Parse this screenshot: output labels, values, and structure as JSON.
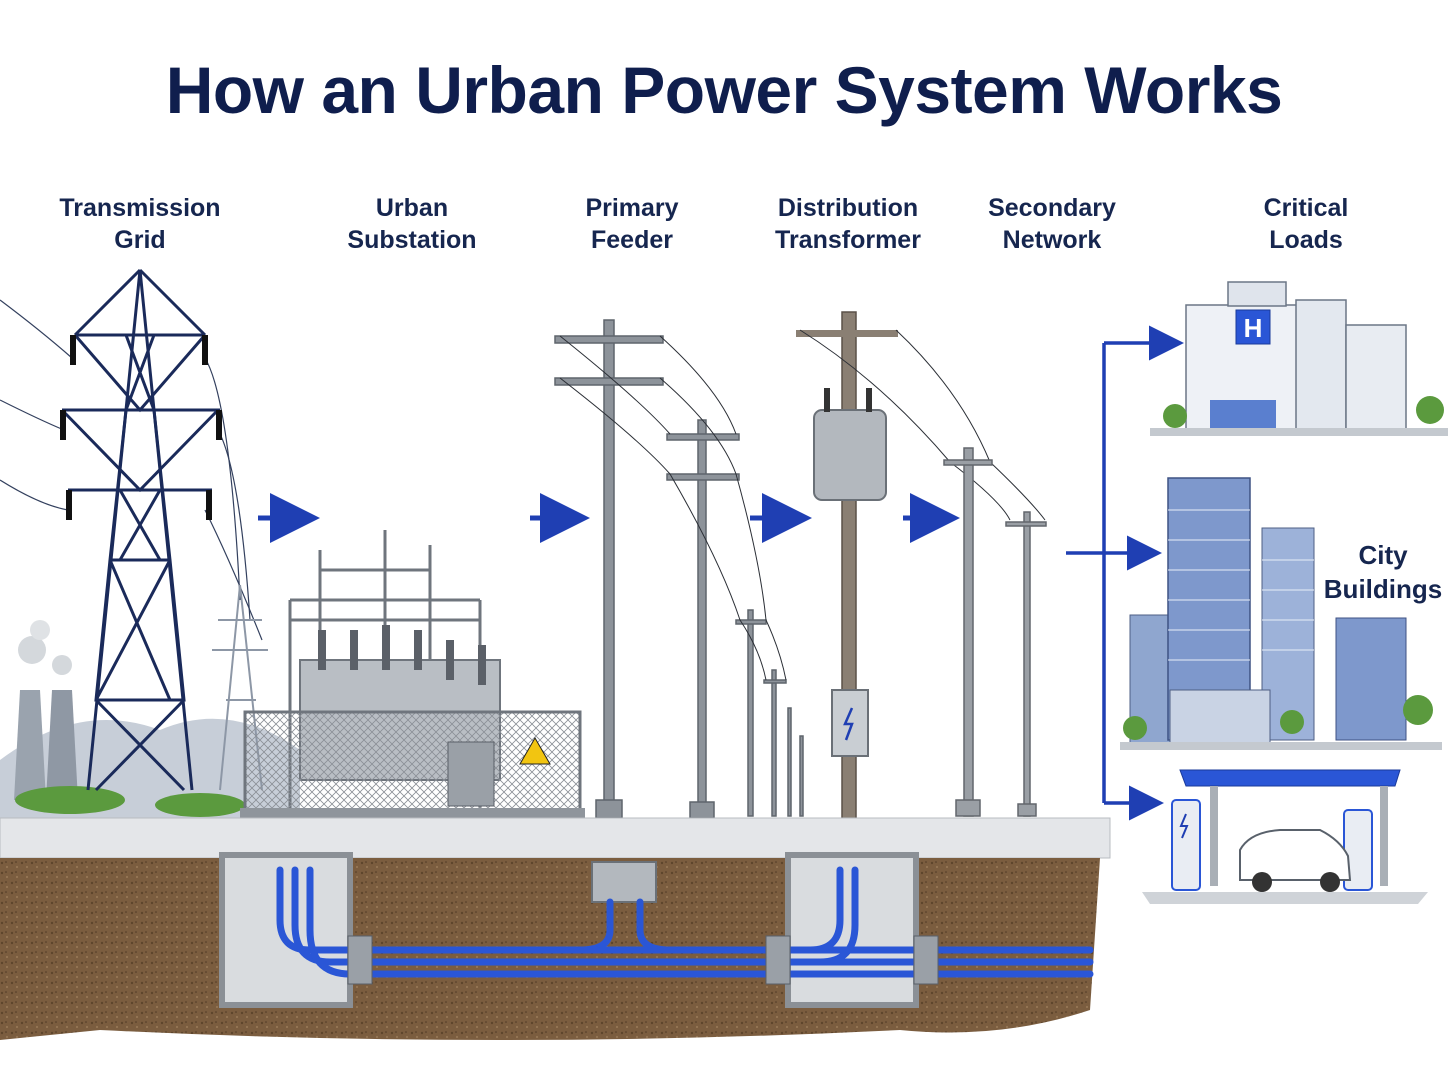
{
  "title": "How an Urban Power System Works",
  "stages": [
    {
      "id": "transmission-grid",
      "line1": "Transmission",
      "line2": "Grid"
    },
    {
      "id": "urban-substation",
      "line1": "Urban",
      "line2": "Substation"
    },
    {
      "id": "primary-feeder",
      "line1": "Primary",
      "line2": "Feeder"
    },
    {
      "id": "distribution-transformer",
      "line1": "Distribution",
      "line2": "Transformer"
    },
    {
      "id": "secondary-network",
      "line1": "Secondary",
      "line2": "Network"
    },
    {
      "id": "critical-loads",
      "line1": "Critical",
      "line2": "Loads"
    }
  ],
  "loads": {
    "hospital_sign": "H",
    "city_buildings": {
      "line1": "City",
      "line2": "Buildings"
    }
  },
  "colors": {
    "title": "#0f1e4d",
    "arrow": "#1f3fb3",
    "cable": "#2a56d6",
    "tower": "#1a2a5a",
    "soil": "#7b5d3f"
  }
}
